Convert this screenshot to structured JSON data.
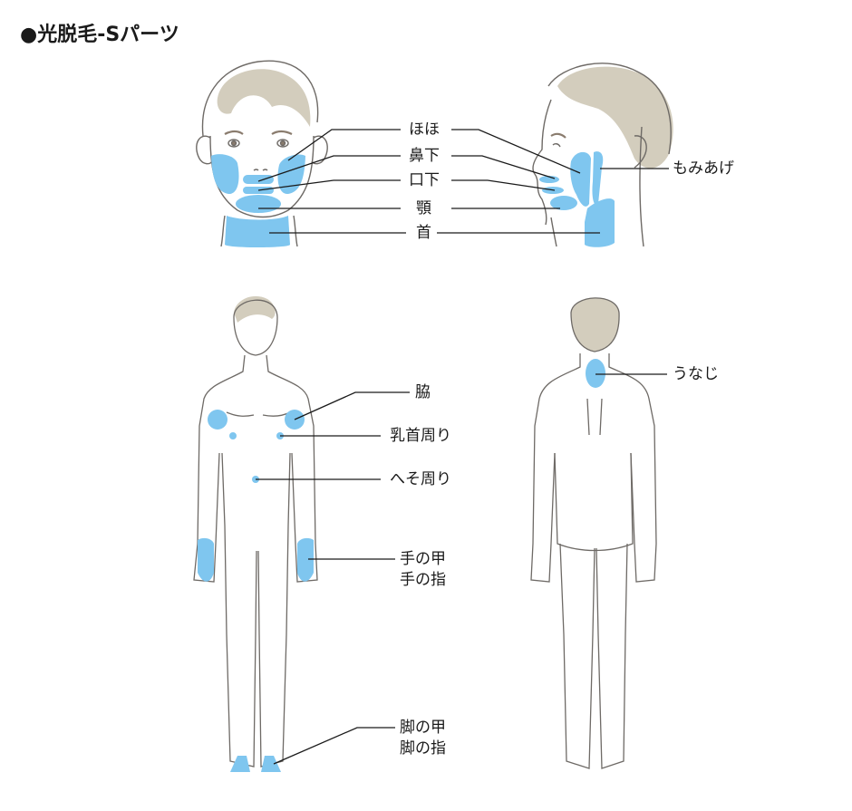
{
  "title": "●光脱毛-Sパーツ",
  "colors": {
    "highlight": "#7fc6ef",
    "hair": "#d3cdbd",
    "outline": "#6e6a66",
    "leader": "#1a1a1a",
    "eyebrow": "#8a7c6e"
  },
  "face_labels": {
    "cheek": "ほほ",
    "under_nose": "鼻下",
    "under_mouth": "口下",
    "chin": "顎",
    "neck": "首",
    "sideburns": "もみあげ"
  },
  "body_labels": {
    "armpit": "脇",
    "around_nipple": "乳首周り",
    "around_navel": "へそ周り",
    "back_of_hand": "手の甲",
    "fingers": "手の指",
    "top_of_foot": "脚の甲",
    "toes": "脚の指",
    "nape": "うなじ"
  }
}
